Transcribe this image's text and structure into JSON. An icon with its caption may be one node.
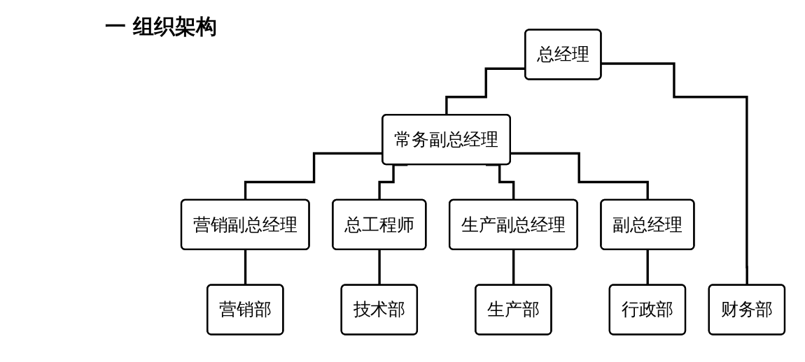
{
  "diagram": {
    "title": "一 组织架构",
    "nodes": [
      {
        "text": [
          "总经理"
        ]
      },
      {
        "text": [
          "常务副总经理"
        ]
      },
      {
        "text": [
          "营销副总经理"
        ]
      },
      {
        "text": [
          "总工程师"
        ]
      },
      {
        "text": [
          "生产副总经理"
        ]
      },
      {
        "text": [
          "副总经理"
        ]
      },
      {
        "text": [
          "营销部"
        ]
      },
      {
        "text": [
          "技术部"
        ]
      },
      {
        "text": [
          "生产部"
        ]
      },
      {
        "text": [
          "行政部"
        ]
      },
      {
        "text": [
          "财务部"
        ]
      }
    ],
    "edges": [
      {
        "from": 0,
        "to": 1,
        "arrow": "none"
      },
      {
        "from": 0,
        "to": 10,
        "arrow": "none"
      },
      {
        "from": 1,
        "to": 2,
        "arrow": "none"
      },
      {
        "from": 1,
        "to": 3,
        "arrow": "none"
      },
      {
        "from": 1,
        "to": 4,
        "arrow": "none"
      },
      {
        "from": 1,
        "to": 5,
        "arrow": "none"
      },
      {
        "from": 2,
        "to": 6,
        "arrow": "none"
      },
      {
        "from": 3,
        "to": 7,
        "arrow": "none"
      },
      {
        "from": 4,
        "to": 8,
        "arrow": "none"
      },
      {
        "from": 5,
        "to": 9,
        "arrow": "none"
      }
    ]
  }
}
